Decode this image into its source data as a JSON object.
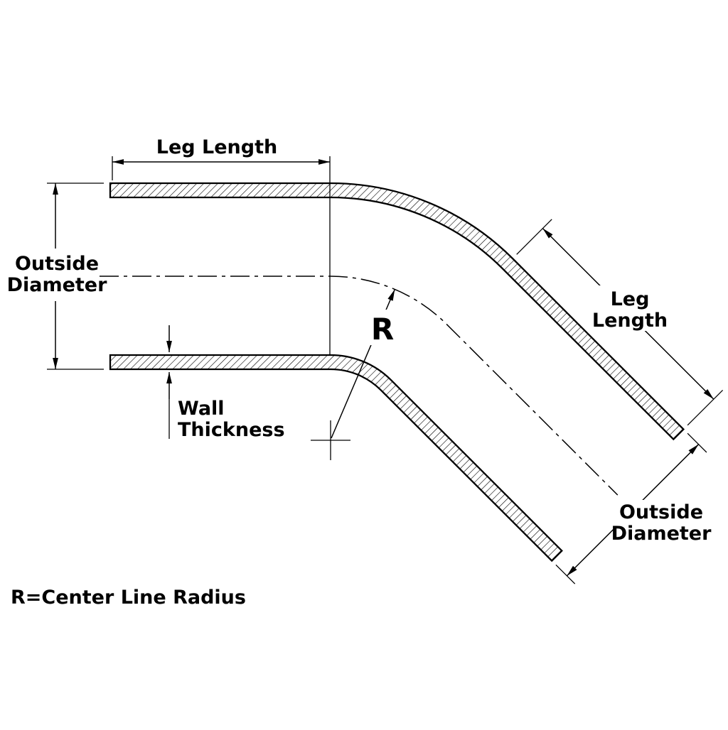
{
  "diagram": {
    "labels": {
      "leg_length_top": "Leg Length",
      "outside_diameter_left": {
        "line1": "Outside",
        "line2": "Diameter"
      },
      "wall_thickness": {
        "line1": "Wall",
        "line2": "Thickness"
      },
      "radius_symbol": "R",
      "leg_length_right": {
        "line1": "Leg",
        "line2": "Length"
      },
      "outside_diameter_right": {
        "line1": "Outside",
        "line2": "Diameter"
      },
      "legend": "R=Center Line Radius"
    },
    "colors": {
      "label_red": "#ee0000",
      "line_black": "#000000",
      "background": "#ffffff"
    }
  }
}
